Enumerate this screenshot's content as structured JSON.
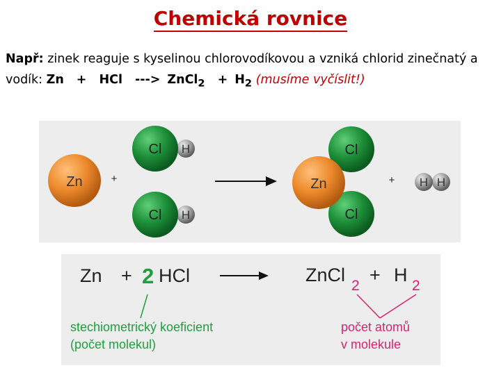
{
  "title": "Chemická rovnice",
  "intro": {
    "lead": "Např:",
    "text": " zinek reaguje s kyselinou chlorovodíkovou a vzniká chlorid zinečnatý a vodík: ",
    "eq": {
      "zn": "Zn",
      "plus1": "+",
      "hcl": "HCl",
      "arrow": "--->",
      "zncl": "ZnCl",
      "zncl_sub": "2",
      "plus2": "+",
      "h": "H",
      "h_sub": "2"
    },
    "note": "(musíme vyčíslit!)"
  },
  "diagram": {
    "zn": "Zn",
    "cl": "Cl",
    "h": "H",
    "plus": "+",
    "colors": {
      "zinc": "#e68a2e",
      "chlorine": "#1f8f3a",
      "hydrogen": "#6e6e6e"
    }
  },
  "equation": {
    "zn": "Zn",
    "plus1": "+",
    "coef": "2",
    "hcl": "HCl",
    "zncl": "ZnCl",
    "sub_cl": "2",
    "plus2": "+",
    "h": "H",
    "sub_h": "2",
    "label_left_1": "stechiometrický koeficient",
    "label_left_2": "(počet molekul)",
    "label_right_1": "počet atomů",
    "label_right_2": "v molekule",
    "colors": {
      "coef": "#1e9e3e",
      "subscript": "#d6246e",
      "left_label": "#1e9e3e",
      "right_label": "#d6246e"
    }
  }
}
